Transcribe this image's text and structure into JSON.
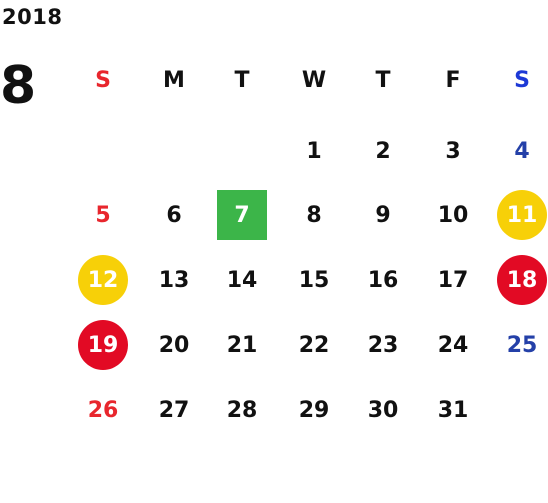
{
  "year": "2018",
  "month": "8",
  "colors": {
    "sunday": "#e8262d",
    "saturday_header": "#1d39d6",
    "saturday": "#2440a8",
    "weekday": "#111111",
    "holiday_red": "#e20a24",
    "holiday_yellow": "#f7d008",
    "today_green": "#3cb549"
  },
  "weekdays": [
    {
      "label": "S",
      "kind": "sunday"
    },
    {
      "label": "M",
      "kind": "weekday"
    },
    {
      "label": "T",
      "kind": "weekday"
    },
    {
      "label": "W",
      "kind": "weekday"
    },
    {
      "label": "T",
      "kind": "weekday"
    },
    {
      "label": "F",
      "kind": "weekday"
    },
    {
      "label": "S",
      "kind": "saturday_header"
    }
  ],
  "weeks": [
    [
      null,
      null,
      null,
      {
        "d": "1"
      },
      {
        "d": "2"
      },
      {
        "d": "3"
      },
      {
        "d": "4"
      }
    ],
    [
      {
        "d": "5"
      },
      {
        "d": "6"
      },
      {
        "d": "7",
        "mark": "today_green"
      },
      {
        "d": "8"
      },
      {
        "d": "9"
      },
      {
        "d": "10"
      },
      {
        "d": "11",
        "mark": "holiday_yellow"
      }
    ],
    [
      {
        "d": "12",
        "mark": "holiday_yellow"
      },
      {
        "d": "13"
      },
      {
        "d": "14"
      },
      {
        "d": "15"
      },
      {
        "d": "16"
      },
      {
        "d": "17"
      },
      {
        "d": "18",
        "mark": "holiday_red"
      }
    ],
    [
      {
        "d": "19",
        "mark": "holiday_red"
      },
      {
        "d": "20"
      },
      {
        "d": "21"
      },
      {
        "d": "22"
      },
      {
        "d": "23"
      },
      {
        "d": "24"
      },
      {
        "d": "25"
      }
    ],
    [
      {
        "d": "26"
      },
      {
        "d": "27"
      },
      {
        "d": "28"
      },
      {
        "d": "29"
      },
      {
        "d": "30"
      },
      {
        "d": "31"
      },
      null
    ]
  ]
}
